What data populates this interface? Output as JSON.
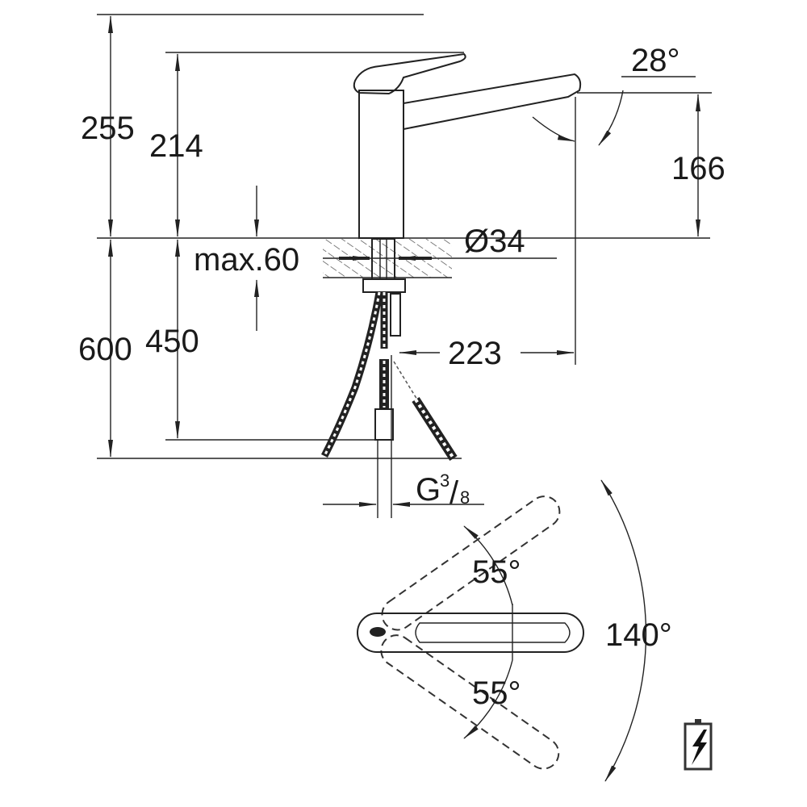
{
  "dimensions": {
    "total_height": "255",
    "lever_height": "214",
    "spout_height": "166",
    "spout_angle": "28°",
    "max_counter_thickness": "max.60",
    "hole_diameter": "Ø34",
    "total_below": "600",
    "hose_length": "450",
    "spout_reach": "223",
    "connection": "G",
    "connection_num": "3",
    "connection_den": "8",
    "lever_angle_up": "55°",
    "lever_angle_down": "55°",
    "lever_total_angle": "140°"
  },
  "icons": [
    "battery-lightning-icon"
  ],
  "colors": {
    "ink": "#222222",
    "background": "#ffffff"
  }
}
